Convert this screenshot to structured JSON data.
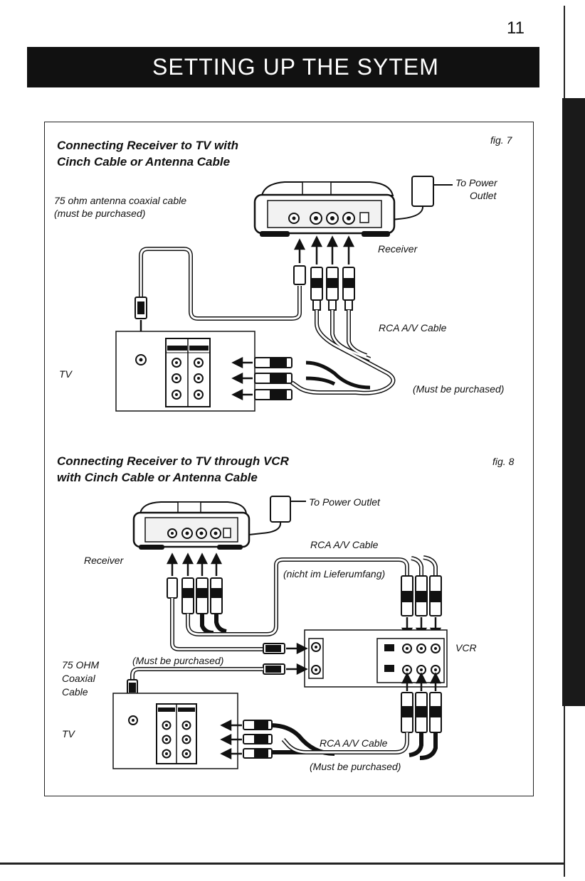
{
  "page_number": "11",
  "page_title": "SETTING UP THE SYTEM",
  "fig7": {
    "heading_line1": "Connecting Receiver to TV with",
    "heading_line2": "Cinch Cable or Antenna Cable",
    "fig_label": "fig. 7",
    "antenna_line1": "75 ohm antenna coaxial cable",
    "antenna_line2": "(must be purchased)",
    "power_line1": "To Power",
    "power_line2": "Outlet",
    "receiver_label": "Receiver",
    "rca_label": "RCA A/V Cable",
    "purchased_label": "(Must be purchased)",
    "tv_label": "TV"
  },
  "fig8": {
    "heading_line1": "Connecting Receiver to TV through VCR",
    "heading_line2": "with Cinch Cable or Antenna Cable",
    "fig_label": "fig. 8",
    "power_label": "To Power Outlet",
    "receiver_label": "Receiver",
    "rca_label_top": "RCA A/V Cable",
    "nicht_label": "(nicht im Lieferumfang)",
    "vcr_label": "VCR",
    "coax_line1": "75 OHM",
    "coax_line2": "Coaxial",
    "coax_line3": "Cable",
    "purchased_top": "(Must be purchased)",
    "tv_label": "TV",
    "rca_label_bottom": "RCA A/V Cable",
    "purchased_bottom": "(Must be purchased)"
  }
}
